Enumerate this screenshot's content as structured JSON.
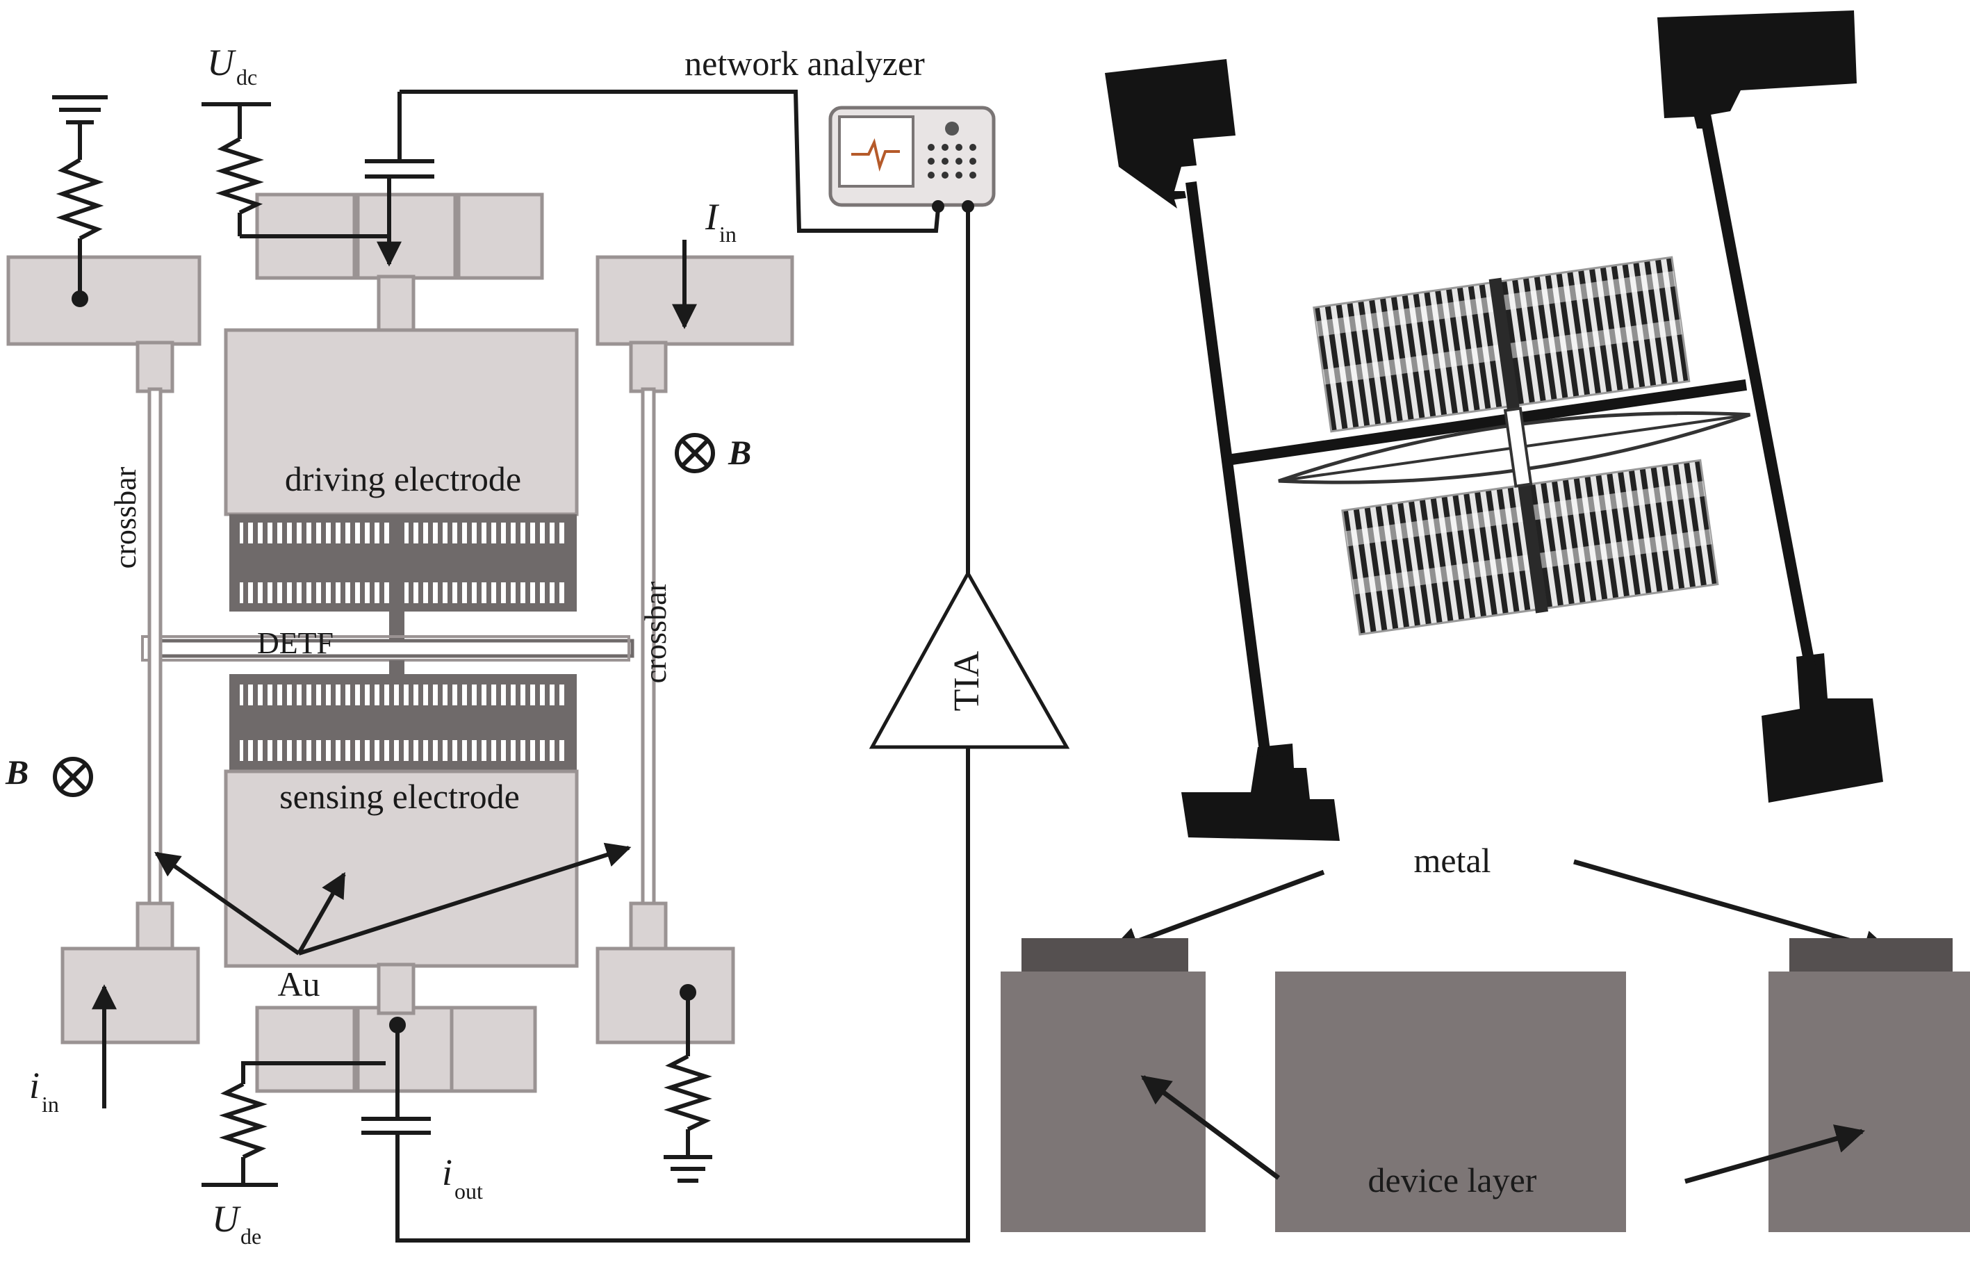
{
  "labels": {
    "udc_main": "U",
    "udc_sub": "dc",
    "ude_main": "U",
    "ude_sub": "de",
    "network_analyzer": "network analyzer",
    "iin_cap_main": "I",
    "iin_cap_sub": "in",
    "iin_low_main": "i",
    "iin_low_sub": "in",
    "iout_main": "i",
    "iout_sub": "out",
    "b_right": "B",
    "b_left": "B",
    "driving_electrode": "driving electrode",
    "sensing_electrode": "sensing electrode",
    "detf": "DETF",
    "crossbar_left": "crossbar",
    "crossbar_right": "crossbar",
    "au": "Au",
    "tia": "TIA",
    "metal": "metal",
    "device_layer": "device layer"
  },
  "colors": {
    "pad_fill": "#d9d3d3",
    "pad_stroke": "#9a9393",
    "wire": "#1a1a1a",
    "comb": "#6f6a6a",
    "anchor_dark": "#141414",
    "metal_layer": "#555050",
    "device_layer": "#7d7676"
  }
}
